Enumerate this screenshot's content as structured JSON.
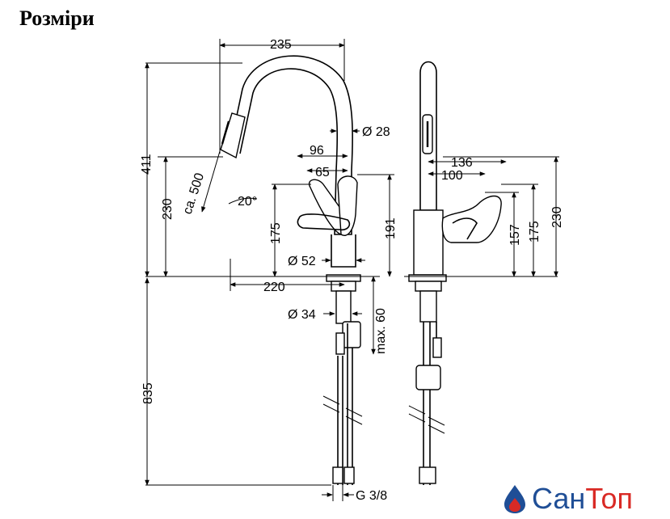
{
  "heading": "Розміри",
  "brand": {
    "prefix": "Сан",
    "suffix": "Топ"
  },
  "colors": {
    "brand_blue": "#1f4e96",
    "brand_red": "#d92a25",
    "line": "#000000"
  },
  "dimensions": {
    "spout_reach": "235",
    "spout_dia": "Ø 28",
    "handle_96": "96",
    "handle_65": "65",
    "hose_len": "ca. 500",
    "total_height": "411",
    "aerator_height": "230",
    "angle": "20°",
    "front_175": "175",
    "side_191": "191",
    "base_dia": "Ø 52",
    "base_reach": "220",
    "hole_dia": "Ø 34",
    "max_thickness": "max. 60",
    "hose_length": "835",
    "connection": "G 3/8",
    "side_136": "136",
    "side_100": "100",
    "side_157": "157",
    "side_175": "175",
    "side_230": "230"
  }
}
